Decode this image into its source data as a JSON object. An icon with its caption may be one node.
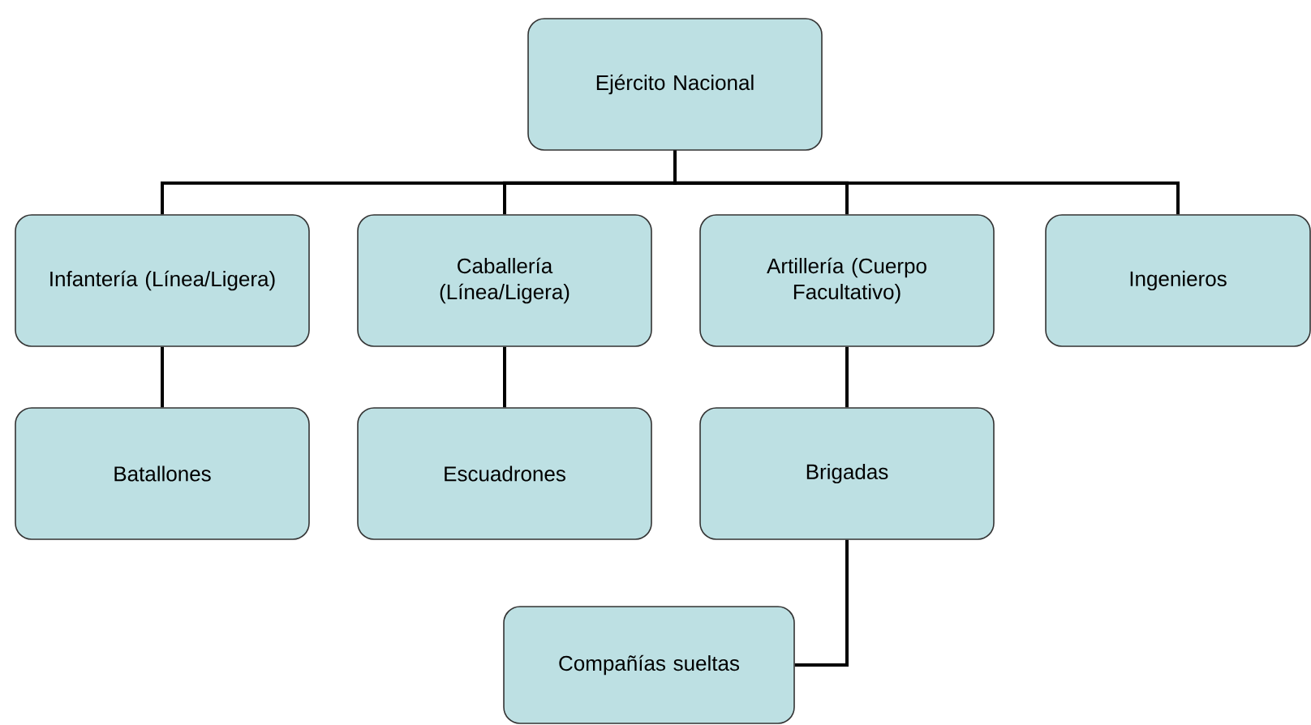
{
  "diagram": {
    "nodes": [
      {
        "text": [
          "Ejército Nacional"
        ]
      },
      {
        "text": [
          "Infantería (Línea/Ligera)"
        ]
      },
      {
        "text": [
          "Caballería (Línea/Ligera)"
        ]
      },
      {
        "text": [
          "Artillería (Cuerpo Facultativo)"
        ]
      },
      {
        "text": [
          "Ingenieros"
        ]
      },
      {
        "text": [
          "Batallones"
        ]
      },
      {
        "text": [
          "Escuadrones"
        ]
      },
      {
        "text": [
          "Brigadas"
        ]
      },
      {
        "text": [
          "Compañías sueltas"
        ]
      }
    ],
    "edges": [
      {
        "from": 0,
        "to": 1,
        "arrow": "none"
      },
      {
        "from": 0,
        "to": 2,
        "arrow": "none"
      },
      {
        "from": 0,
        "to": 3,
        "arrow": "none"
      },
      {
        "from": 0,
        "to": 4,
        "arrow": "none"
      },
      {
        "from": 1,
        "to": 5,
        "arrow": "none"
      },
      {
        "from": 2,
        "to": 6,
        "arrow": "none"
      },
      {
        "from": 3,
        "to": 7,
        "arrow": "none"
      },
      {
        "from": 7,
        "to": 8,
        "arrow": "none"
      }
    ]
  }
}
